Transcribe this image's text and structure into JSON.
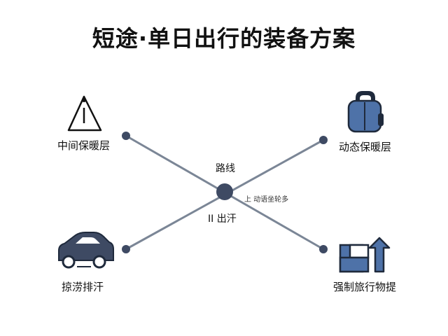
{
  "title": "短途·单日出行的装备方案",
  "nodes": {
    "top_left": {
      "label": "中间保暖层",
      "icon": "warning-triangle-icon"
    },
    "top_right": {
      "label": "动态保暖层",
      "icon": "backpack-icon"
    },
    "bottom_left": {
      "label": "掠涝排汗",
      "icon": "car-icon"
    },
    "bottom_right": {
      "label": "强制旅行物提",
      "icon": "box-arrow-up-icon"
    }
  },
  "center": {
    "top_label": "路线",
    "bottom_label": "II 出汗",
    "side_note": "上 动语坐轮多"
  },
  "colors": {
    "line": "#7b8696",
    "node": "#3e4a63",
    "icon_fill": "#4e72a8",
    "icon_stroke": "#1f2a3c"
  }
}
